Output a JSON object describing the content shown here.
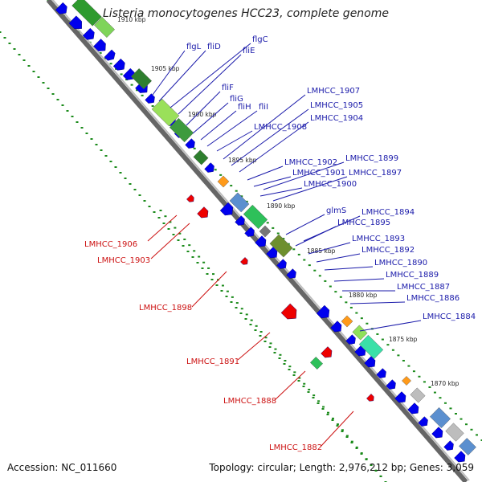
{
  "title": "Listeria monocytogenes HCC23, complete genome",
  "footer": {
    "accession": "Accession: NC_011660",
    "topology": "Topology: circular; Length: 2,976,212 bp; Genes: 3,059"
  },
  "colors": {
    "plus_strand_gene": "#0000ee",
    "minus_strand_gene": "#ee0000",
    "backbone": "#888888",
    "dots": "#1a8a1a",
    "label_plus": "#1a1aaa",
    "label_minus": "#cc1111"
  },
  "tick_labels": [
    "1910 kbp",
    "1905 kbp",
    "1900 kbp",
    "1895 kbp",
    "1890 kbp",
    "1885 kbp",
    "1880 kbp",
    "1875 kbp",
    "1870 kbp"
  ],
  "blue_labels": [
    "flgL",
    "fliD",
    "flgC",
    "fliE",
    "fliF",
    "fliG",
    "fliH",
    "fliI",
    "LMHCC_1907",
    "LMHCC_1905",
    "LMHCC_1904",
    "LMHCC_1908",
    "LMHCC_1902",
    "LMHCC_1899",
    "LMHCC_1901",
    "LMHCC_1897",
    "LMHCC_1900",
    "glmS",
    "LMHCC_1894",
    "LMHCC_1895",
    "LMHCC_1893",
    "LMHCC_1892",
    "LMHCC_1890",
    "LMHCC_1889",
    "LMHCC_1887",
    "LMHCC_1886",
    "LMHCC_1884"
  ],
  "red_labels": [
    "LMHCC_1906",
    "LMHCC_1903",
    "LMHCC_1898",
    "LMHCC_1891",
    "LMHCC_1888",
    "LMHCC_1882"
  ]
}
